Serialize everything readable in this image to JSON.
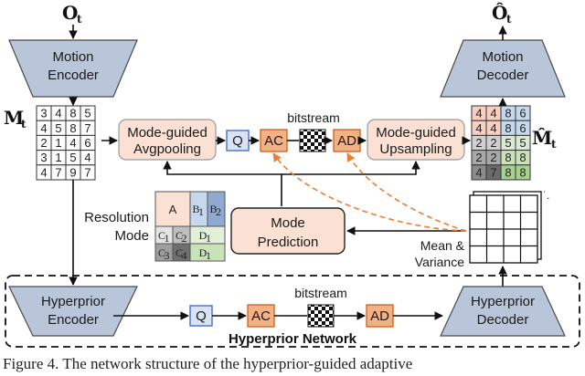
{
  "labels": {
    "o_t": "O",
    "o_t_sub": "t",
    "o_hat": "Ô",
    "o_hat_sub": "t",
    "m_t": "M",
    "m_t_sub": "t",
    "m_hat": "M̂",
    "m_hat_sub": "t",
    "motion_encoder": [
      "Motion",
      "Encoder"
    ],
    "motion_decoder": [
      "Motion",
      "Decoder"
    ],
    "mode_avgpool": [
      "Mode-guided",
      "Avgpooling"
    ],
    "mode_upsample": [
      "Mode-guided",
      "Upsampling"
    ],
    "q": "Q",
    "ac": "AC",
    "ad": "AD",
    "bitstream": "bitstream",
    "resolution_mode": [
      "Resolution",
      "Mode"
    ],
    "mode_prediction": [
      "Mode",
      "Prediction"
    ],
    "mean_variance": [
      "Mean &",
      "Variance"
    ],
    "hyperprior_encoder": [
      "Hyperprior",
      "Encoder"
    ],
    "hyperprior_decoder": [
      "Hyperprior",
      "Decoder"
    ],
    "hyperprior_network": "Hyperprior Network",
    "caption": "Figure 4. The network structure of the hyperprior-guided adaptive"
  },
  "input_grid": [
    [
      "3",
      "4",
      "8",
      "5"
    ],
    [
      "4",
      "5",
      "8",
      "7"
    ],
    [
      "2",
      "1",
      "4",
      "6"
    ],
    [
      "3",
      "1",
      "5",
      "4"
    ],
    [
      "4",
      "7",
      "9",
      "7"
    ]
  ],
  "output_grid": [
    [
      "4",
      "4",
      "8",
      "6"
    ],
    [
      "4",
      "4",
      "8",
      "6"
    ],
    [
      "2",
      "2",
      "5",
      "5"
    ],
    [
      "2",
      "2",
      "8",
      "8"
    ],
    [
      "4",
      "7",
      "8",
      "8"
    ]
  ],
  "output_colors": [
    [
      "#f8cfc0",
      "#f8cfc0",
      "#c5d8ee",
      "#c5d8ee"
    ],
    [
      "#f8cfc0",
      "#f8cfc0",
      "#c5d8ee",
      "#c5d8ee"
    ],
    [
      "#d0d0d0",
      "#d0d0d0",
      "#d9ead3",
      "#d9ead3"
    ],
    [
      "#a8a8a8",
      "#a8a8a8",
      "#c9e3b8",
      "#c9e3b8"
    ],
    [
      "#8c8c8c",
      "#6b6b6b",
      "#a9d18e",
      "#a9d18e"
    ]
  ],
  "mode_grid": {
    "a": "A",
    "b1": "B",
    "b1_sub": "1",
    "b2": "B",
    "b2_sub": "2",
    "c1": "C",
    "c1_sub": "1",
    "c2": "C",
    "c2_sub": "2",
    "c3": "C",
    "c3_sub": "3",
    "c4": "C",
    "c4_sub": "4",
    "d1a": "D",
    "d1a_sub": "1",
    "d1b": "D",
    "d1b_sub": "1"
  },
  "colors": {
    "funnel": "#b9c5d8",
    "mode_box": "#fbe1d3",
    "ac_ad": "#f4b183",
    "q_fill": "#dae3f3",
    "q_stroke": "#4472c4",
    "dash_orange": "#ed7d31"
  }
}
